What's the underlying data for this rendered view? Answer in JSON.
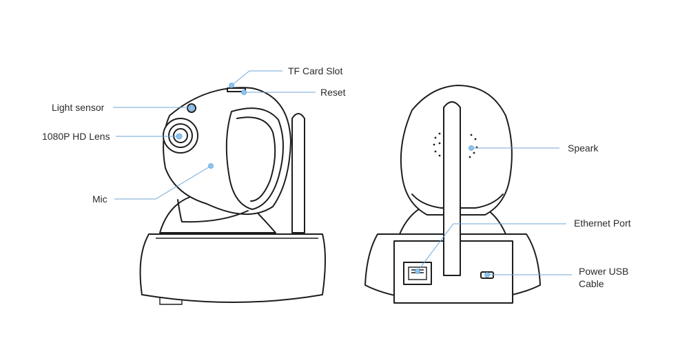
{
  "labels": {
    "tf_card_slot": "TF Card Slot",
    "reset": "Reset",
    "light_sensor": "Light sensor",
    "hd_lens": "1080P HD Lens",
    "mic": "Mic",
    "speaker": "Speark",
    "ethernet_port": "Ethernet Port",
    "power_line1": "Power USB",
    "power_line2": "Cable"
  },
  "colors": {
    "leader_line": "#6fa6d6",
    "marker_dot": "#8cc3ef",
    "outline": "#1c1c1c",
    "label_text": "#2b2b2b"
  }
}
